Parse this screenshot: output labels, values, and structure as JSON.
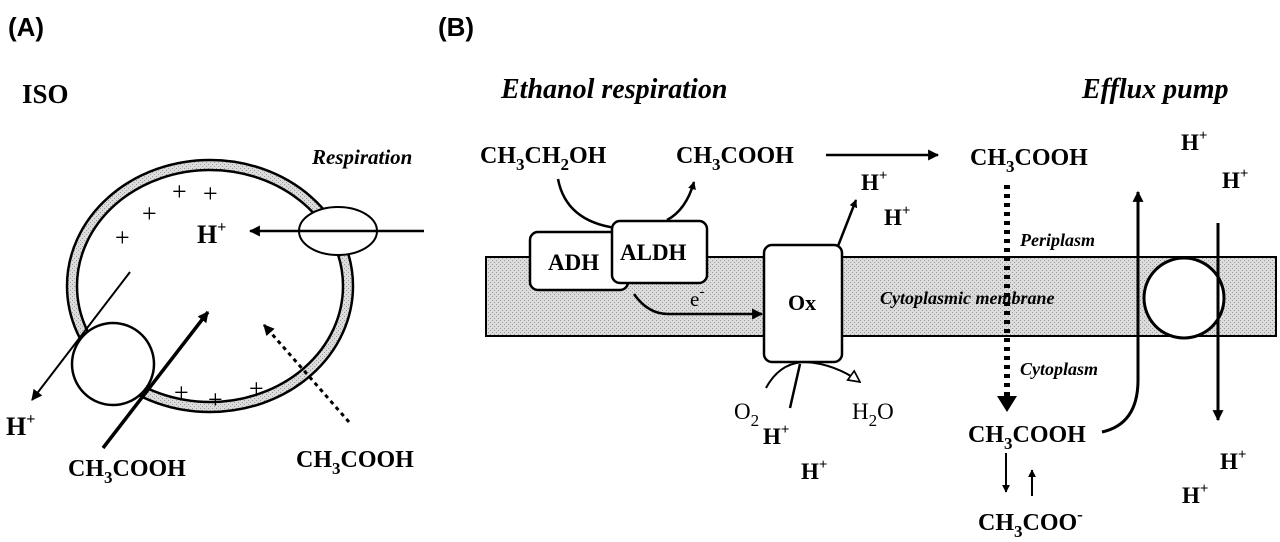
{
  "panel_a": {
    "label": "(A)",
    "title": "ISO",
    "respiration": "Respiration",
    "proton_inside": "H",
    "proton_out": "H",
    "charge": "+",
    "acetic_acid_left": "CH3COOH",
    "acetic_acid_right": "CH3COOH"
  },
  "panel_b": {
    "label": "(B)",
    "ethanol_respiration": "Ethanol respiration",
    "efflux_pump": "Efflux pump",
    "ethanol": "CH3CH2OH",
    "acetic_acid_product": "CH3COOH",
    "acetic_acid_periplasm": "CH3COOH",
    "acetic_acid_cytoplasm": "CH3COOH",
    "acetate": "CH3COO-",
    "adh": "ADH",
    "aldh": "ALDH",
    "ox": "Ox",
    "electron": "e-",
    "oxygen": "O2",
    "water": "H2O",
    "proton": "H",
    "periplasm": "Periplasm",
    "membrane": "Cytoplasmic membrane",
    "cytoplasm": "Cytoplasm"
  },
  "colors": {
    "ink": "#000000",
    "membrane_fill": "#d4d4d4",
    "background": "#ffffff"
  }
}
